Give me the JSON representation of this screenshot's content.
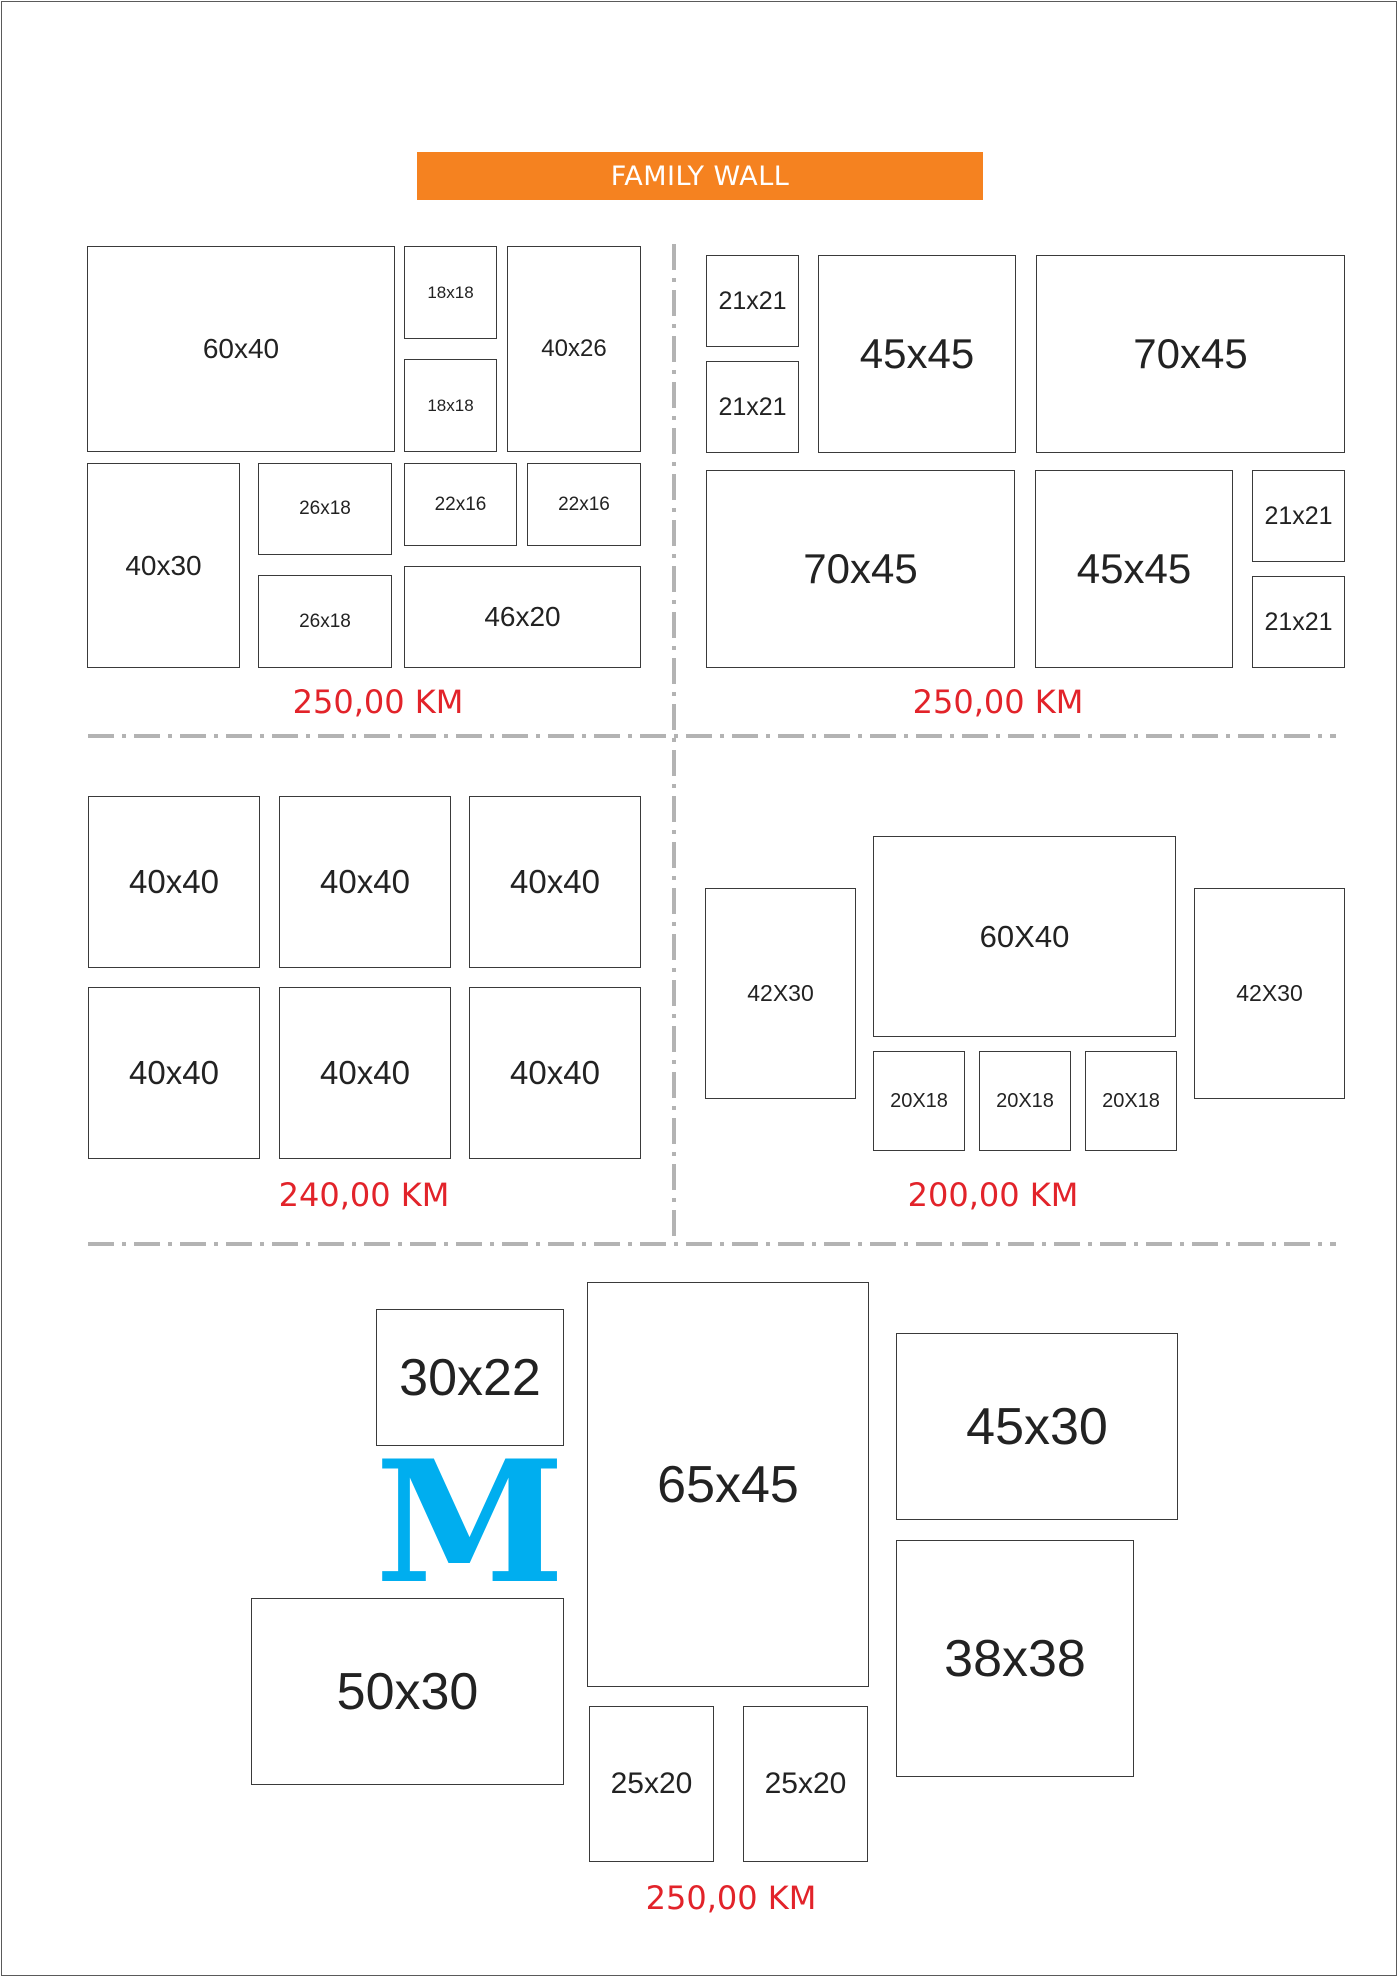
{
  "title": "FAMILY WALL",
  "colors": {
    "banner": "#f58220",
    "price": "#e2232a",
    "divider": "#b3b3b3",
    "logo": "#00aeef"
  },
  "logo": {
    "letter": "M"
  },
  "sets": [
    {
      "name": "set-1",
      "price": "250,00 KM",
      "frames": [
        "60x40",
        "18x18",
        "18x18",
        "40x26",
        "40x30",
        "26x18",
        "26x18",
        "22x16",
        "22x16",
        "46x20"
      ]
    },
    {
      "name": "set-2",
      "price": "250,00 KM",
      "frames": [
        "21x21",
        "21x21",
        "45x45",
        "70x45",
        "70x45",
        "45x45",
        "21x21",
        "21x21"
      ]
    },
    {
      "name": "set-3",
      "price": "240,00 KM",
      "frames": [
        "40x40",
        "40x40",
        "40x40",
        "40x40",
        "40x40",
        "40x40"
      ]
    },
    {
      "name": "set-4",
      "price": "200,00 KM",
      "frames": [
        "42X30",
        "60X40",
        "20X18",
        "20X18",
        "20X18",
        "42X30"
      ]
    },
    {
      "name": "set-5",
      "price": "250,00 KM",
      "frames": [
        "30x22",
        "65x45",
        "45x30",
        "50x30",
        "38x38",
        "25x20",
        "25x20"
      ]
    }
  ]
}
